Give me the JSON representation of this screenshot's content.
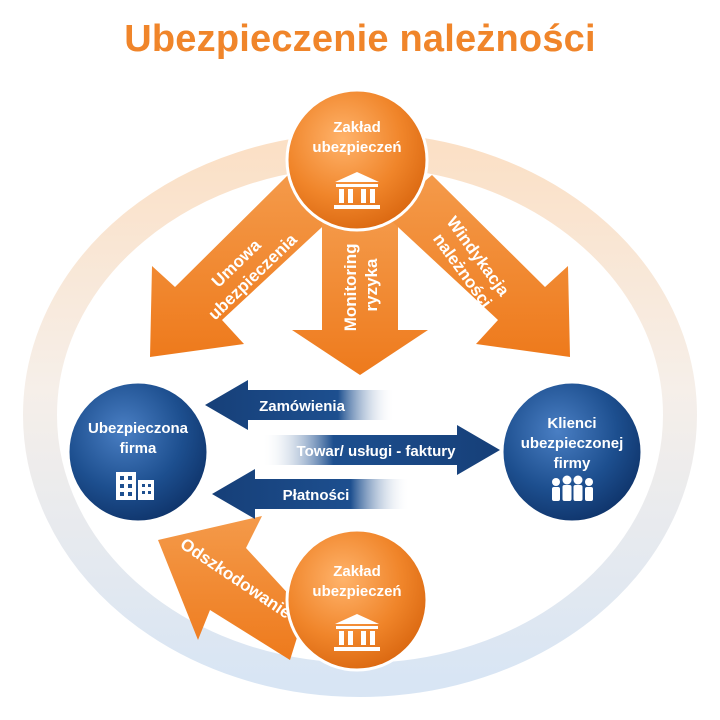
{
  "title": "Ubezpieczenie należności",
  "nodes": {
    "insurer_top": {
      "label_line1": "Zakład",
      "label_line2": "ubezpieczeń",
      "icon": "bank-building-icon"
    },
    "insurer_bottom": {
      "label_line1": "Zakład",
      "label_line2": "ubezpieczeń",
      "icon": "bank-building-icon"
    },
    "insured_company": {
      "label_line1": "Ubezpieczona",
      "label_line2": "firma",
      "icon": "office-building-icon"
    },
    "clients": {
      "label_line1": "Klienci",
      "label_line2": "ubezpieczonej",
      "label_line3": "firmy",
      "icon": "people-group-icon"
    }
  },
  "arrows": {
    "insurance_contract": {
      "line1": "Umowa",
      "line2": "ubezpieczenia"
    },
    "risk_monitoring": {
      "line1": "Monitoring",
      "line2": "ryzyka"
    },
    "debt_collection": {
      "line1": "Windykacja",
      "line2": "należności"
    },
    "compensation": {
      "line1": "Odszkodowanie"
    }
  },
  "flows": {
    "orders": "Zamówienia",
    "goods_invoices": "Towar/ usługi - faktury",
    "payments": "Płatności"
  },
  "colors": {
    "orange": "#f0852a",
    "orange_dark": "#e06a10",
    "blue": "#1d4f8f",
    "blue_dark": "#0e3268",
    "ring_orange": "#fbe2cc",
    "ring_blue": "#dde8f5"
  }
}
